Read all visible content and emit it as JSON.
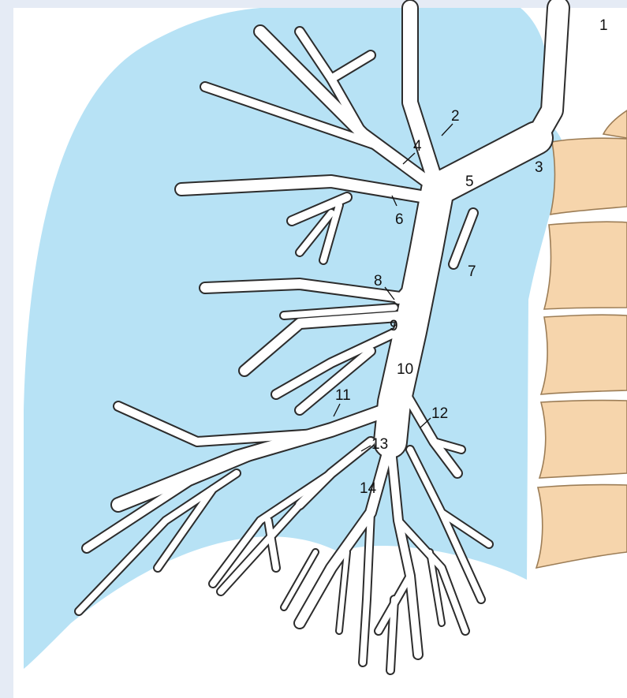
{
  "colors": {
    "lung": "#b7e2f5",
    "bronchus": "#ffffff",
    "bronchus_outline": "#2c2c2c",
    "vertebra": "#f6d5ac",
    "vertebra_outline": "#9c7d56",
    "frame": "#e5ebf5"
  },
  "labels": {
    "l1": "1",
    "l2": "2",
    "l3": "3",
    "l4": "4",
    "l5": "5",
    "l6": "6",
    "l7": "7",
    "l8": "8",
    "l9": "9",
    "l10": "10",
    "l11": "11",
    "l12": "12",
    "l13": "13",
    "l14": "14"
  }
}
